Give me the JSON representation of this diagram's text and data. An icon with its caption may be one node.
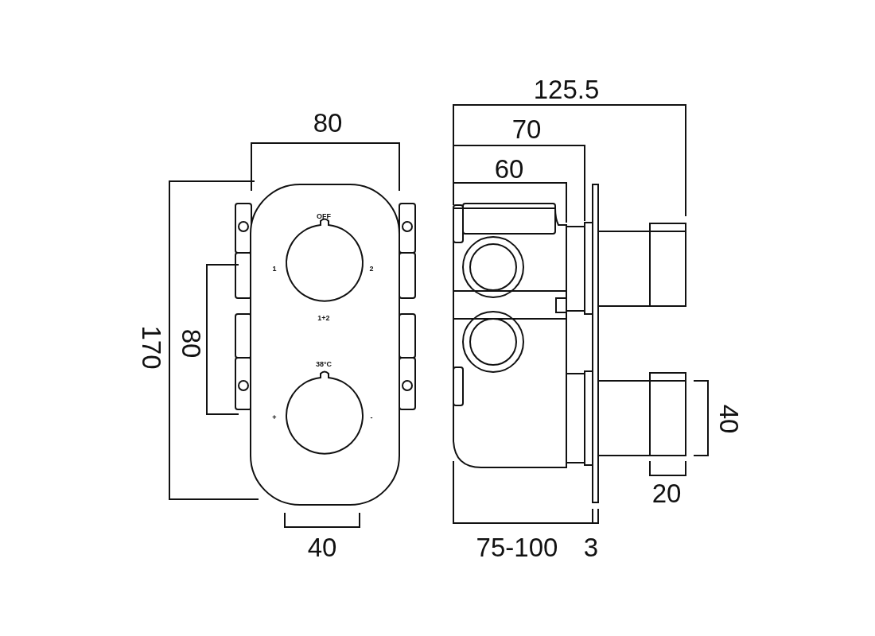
{
  "diagram": {
    "labels": [
      "125.5",
      "80",
      "70",
      "60",
      "OFF",
      "1",
      "2",
      "1+2",
      "170",
      "80",
      "38°C",
      "+",
      "-",
      "40",
      "20",
      "40",
      "75-100",
      "3"
    ]
  }
}
